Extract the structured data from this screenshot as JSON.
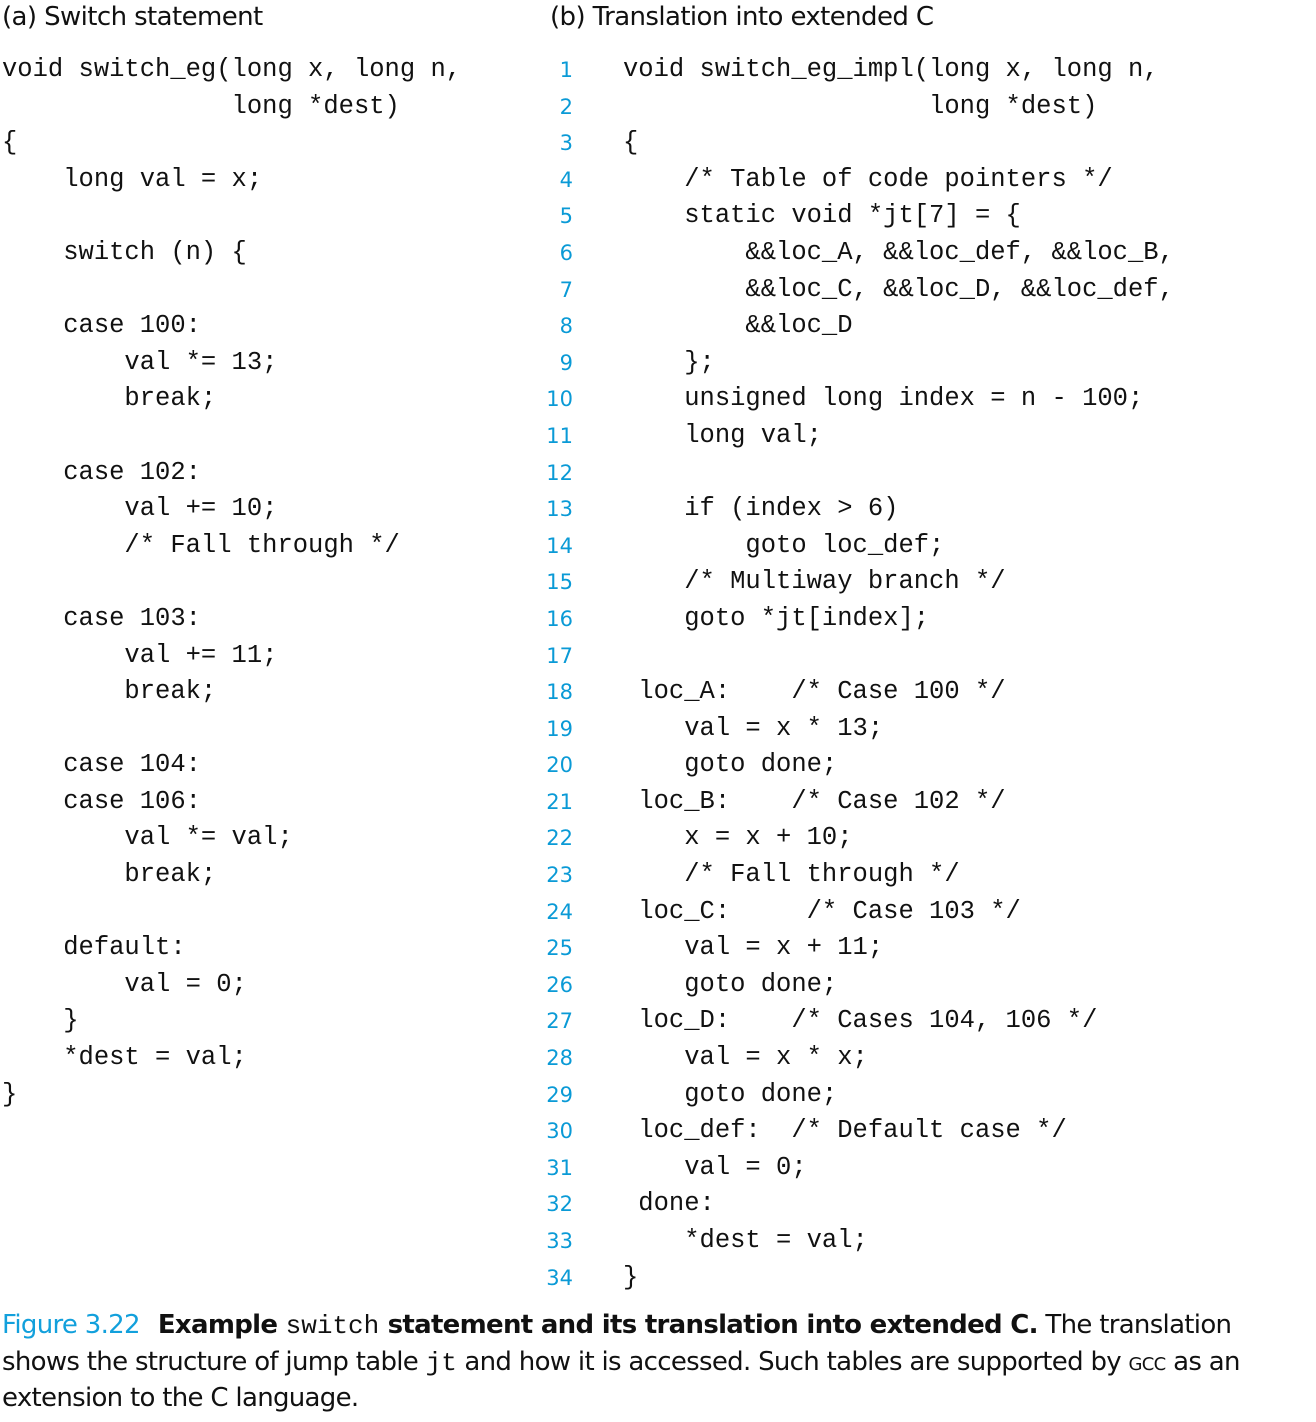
{
  "panel_a": {
    "title": "(a) Switch statement",
    "lines": [
      "void switch_eg(long x, long n,",
      "               long *dest)",
      "{",
      "    long val = x;",
      "",
      "    switch (n) {",
      "",
      "    case 100:",
      "        val *= 13;",
      "        break;",
      "",
      "    case 102:",
      "        val += 10;",
      "        /* Fall through */",
      "",
      "    case 103:",
      "        val += 11;",
      "        break;",
      "",
      "    case 104:",
      "    case 106:",
      "        val *= val;",
      "        break;",
      "",
      "    default:",
      "        val = 0;",
      "    }",
      "    *dest = val;",
      "}"
    ]
  },
  "panel_b": {
    "title": "(b) Translation into extended C",
    "line_numbers": [
      "1",
      "2",
      "3",
      "4",
      "5",
      "6",
      "7",
      "8",
      "9",
      "10",
      "11",
      "12",
      "13",
      "14",
      "15",
      "16",
      "17",
      "18",
      "19",
      "20",
      "21",
      "22",
      "23",
      "24",
      "25",
      "26",
      "27",
      "28",
      "29",
      "30",
      "31",
      "32",
      "33",
      "34"
    ],
    "lines": [
      "void switch_eg_impl(long x, long n,",
      "                    long *dest)",
      "{",
      "    /* Table of code pointers */",
      "    static void *jt[7] = {",
      "        &&loc_A, &&loc_def, &&loc_B,",
      "        &&loc_C, &&loc_D, &&loc_def,",
      "        &&loc_D",
      "    };",
      "    unsigned long index = n - 100;",
      "    long val;",
      "",
      "    if (index > 6)",
      "        goto loc_def;",
      "    /* Multiway branch */",
      "    goto *jt[index];",
      "",
      " loc_A:    /* Case 100 */",
      "    val = x * 13;",
      "    goto done;",
      " loc_B:    /* Case 102 */",
      "    x = x + 10;",
      "    /* Fall through */",
      " loc_C:     /* Case 103 */",
      "    val = x + 11;",
      "    goto done;",
      " loc_D:    /* Cases 104, 106 */",
      "    val = x * x;",
      "    goto done;",
      " loc_def:  /* Default case */",
      "    val = 0;",
      " done:",
      "    *dest = val;",
      "}"
    ]
  },
  "caption": {
    "figure_label": "Figure 3.22",
    "bold_1": "Example ",
    "bold_code": "switch",
    "bold_2": " statement and its translation into extended C.",
    "text_1": " The translation shows the structure of jump table ",
    "code_jt": "jt",
    "text_2": " and how it is accessed. Such tables are supported by ",
    "gcc": "gcc",
    "text_3": " as an extension to the C language."
  },
  "colors": {
    "accent": "#12a0dc",
    "line_numbers": "#0a9ad6"
  }
}
